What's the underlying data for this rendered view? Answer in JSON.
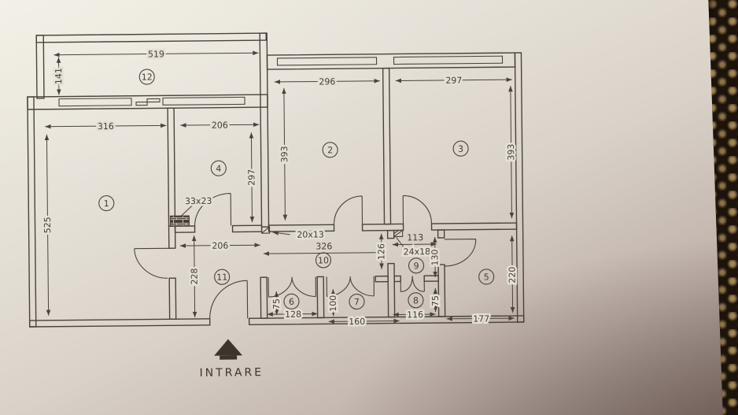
{
  "floor_plan": {
    "entrance_label": "INTRARE",
    "room_numbers": [
      "1",
      "2",
      "3",
      "4",
      "5",
      "6",
      "7",
      "8",
      "9",
      "10",
      "11",
      "12"
    ],
    "dimensions": {
      "r12_w": "519",
      "r12_d": "141",
      "r1_w": "316",
      "r1_d": "525",
      "r4_w": "206",
      "r4_d": "297",
      "r2_w": "296",
      "r2_d": "393",
      "r3_w": "297",
      "r3_d": "393",
      "r11_w": "206",
      "r11_d": "228",
      "r10_w": "326",
      "r10_d": "126",
      "r9_w": "113",
      "r9_d": "130",
      "r6_w": "128",
      "r6_d": "75",
      "r7_w": "160",
      "r7_d": "100",
      "r8_w": "116",
      "r8_d": "75",
      "r5_w": "177",
      "r5_d": "220",
      "flue_a": "33x23",
      "flue_b": "20x13",
      "flue_c": "24x18"
    },
    "colors": {
      "ink": "#4a433b",
      "paper": "#e6e1d8",
      "carpet": "#1c140c"
    }
  }
}
